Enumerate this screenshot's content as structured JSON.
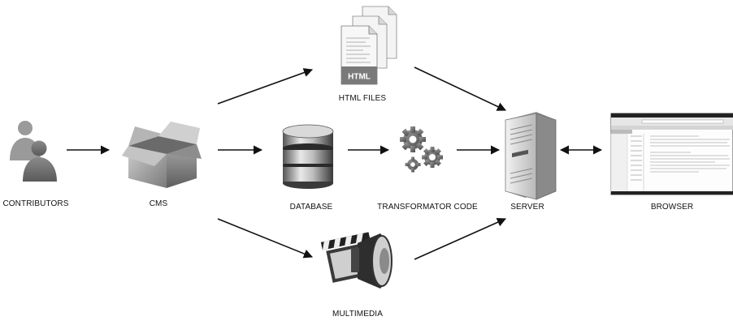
{
  "nodes": {
    "contributors": {
      "label": "CONTRIBUTORS",
      "icon": "people-silhouette-icon"
    },
    "cms": {
      "label": "CMS",
      "icon": "open-box-icon"
    },
    "html_files": {
      "label": "HTML FILES",
      "icon": "html-documents-icon",
      "doc_text": "HTML"
    },
    "database": {
      "label": "DATABASE",
      "icon": "database-cylinder-icon"
    },
    "transformator_code": {
      "label": "TRANSFORMATOR CODE",
      "icon": "gears-icon"
    },
    "server": {
      "label": "SERVER",
      "icon": "server-tower-icon"
    },
    "browser": {
      "label": "BROWSER",
      "icon": "browser-window-icon"
    },
    "multimedia": {
      "label": "MULTIMEDIA",
      "icon": "clapperboard-speaker-icon"
    }
  },
  "edges": [
    {
      "from": "contributors",
      "to": "cms"
    },
    {
      "from": "cms",
      "to": "html_files"
    },
    {
      "from": "cms",
      "to": "database"
    },
    {
      "from": "cms",
      "to": "multimedia"
    },
    {
      "from": "database",
      "to": "transformator_code"
    },
    {
      "from": "transformator_code",
      "to": "server"
    },
    {
      "from": "html_files",
      "to": "server"
    },
    {
      "from": "multimedia",
      "to": "server"
    },
    {
      "from": "server",
      "to": "browser",
      "bidirectional": true
    }
  ],
  "colors": {
    "arrow": "#111111",
    "text": "#111111"
  }
}
